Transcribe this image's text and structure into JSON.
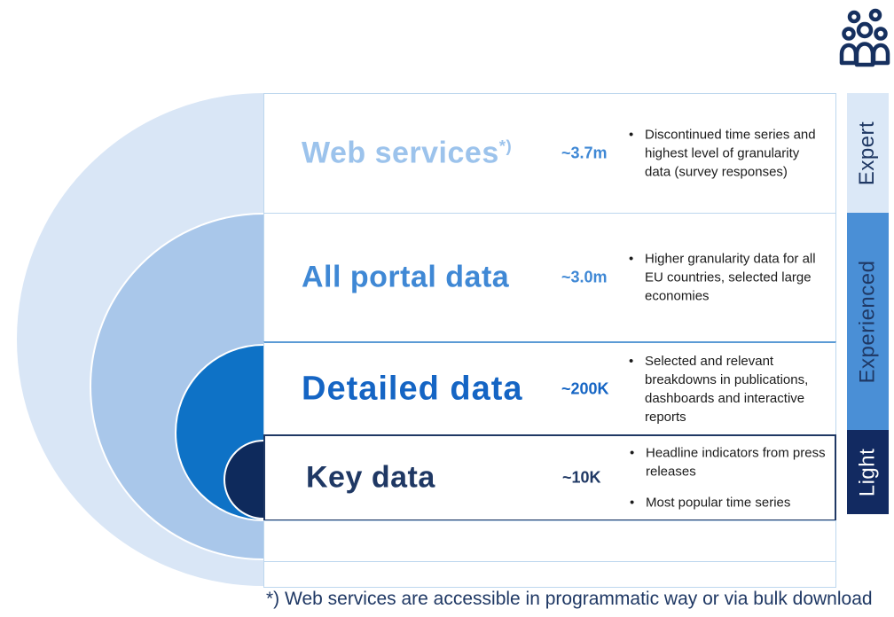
{
  "diagram": {
    "rows": [
      {
        "label": "Web services",
        "label_suffix": "*)",
        "count": "~3.7m",
        "bullets": [
          "Discontinued time series and highest level of granularity data (survey responses)"
        ]
      },
      {
        "label": "All portal data",
        "count": "~3.0m",
        "bullets": [
          "Higher granularity data for all EU countries, selected large economies"
        ]
      },
      {
        "label": "Detailed data",
        "count": "~200K",
        "bullets": [
          "Selected and relevant breakdowns in publications, dashboards and interactive reports"
        ]
      },
      {
        "label": "Key data",
        "count": "~10K",
        "bullets": [
          "Headline indicators from press releases",
          "Most popular time series"
        ]
      }
    ],
    "audience_levels": [
      {
        "label": "Expert"
      },
      {
        "label": "Experienced"
      },
      {
        "label": "Light"
      }
    ],
    "footnote": "*) Web services are accessible in programmatic way or via bulk download",
    "icon": "people-group-icon",
    "colors": {
      "circle_outer": "#d9e6f6",
      "circle_second": "#a9c7ea",
      "circle_third": "#0e72c6",
      "circle_inner": "#0e2a5c",
      "web_services_text": "#9cc3ec",
      "portal_data_text": "#3f88d5",
      "detailed_data_text": "#1565c4",
      "key_data_text": "#1f3864",
      "expert_bg": "#dbe8f7",
      "experienced_bg": "#4a8fd6",
      "light_bg": "#122a61",
      "row_border_light": "#bdd7ee",
      "row_border_medium": "#5b9bd5",
      "row_border_dark": "#1f3864"
    }
  }
}
